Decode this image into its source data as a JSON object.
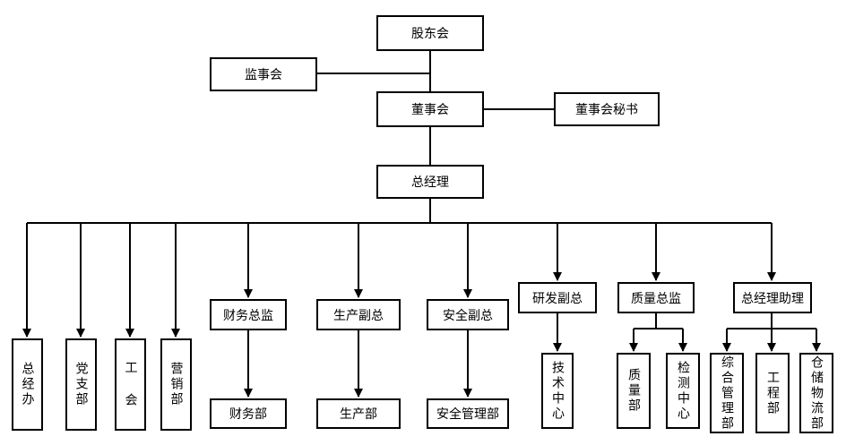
{
  "nodes": {
    "gudonghui": "股东会",
    "jianshihui": "监事会",
    "dongshihui": "董事会",
    "dongshihui_mishu": "董事会秘书",
    "zongjingli": "总经理",
    "zongjingban": "总经办",
    "dangzhibu": "党支部",
    "gonghui": "工 会",
    "yingxiaobu": "营销部",
    "caiwu_zongjian": "财务总监",
    "caiwubu": "财务部",
    "shengchan_fuzong": "生产副总",
    "shengchanbu": "生产部",
    "anquan_fuzong": "安全副总",
    "anquan_guanlibu": "安全管理部",
    "yanfa_fuzong": "研发副总",
    "jishu_zhongxin": "技术中心",
    "zhiliang_zongjian": "质量总监",
    "zhiliangbu": "质量部",
    "jiance_zhongxin": "检测中心",
    "zongjingli_zhuli": "总经理助理",
    "zonghe_guanlibu": "综合管理部",
    "gongchengbu": "工程部",
    "cangchu_wuliubu": "仓储物流部"
  }
}
